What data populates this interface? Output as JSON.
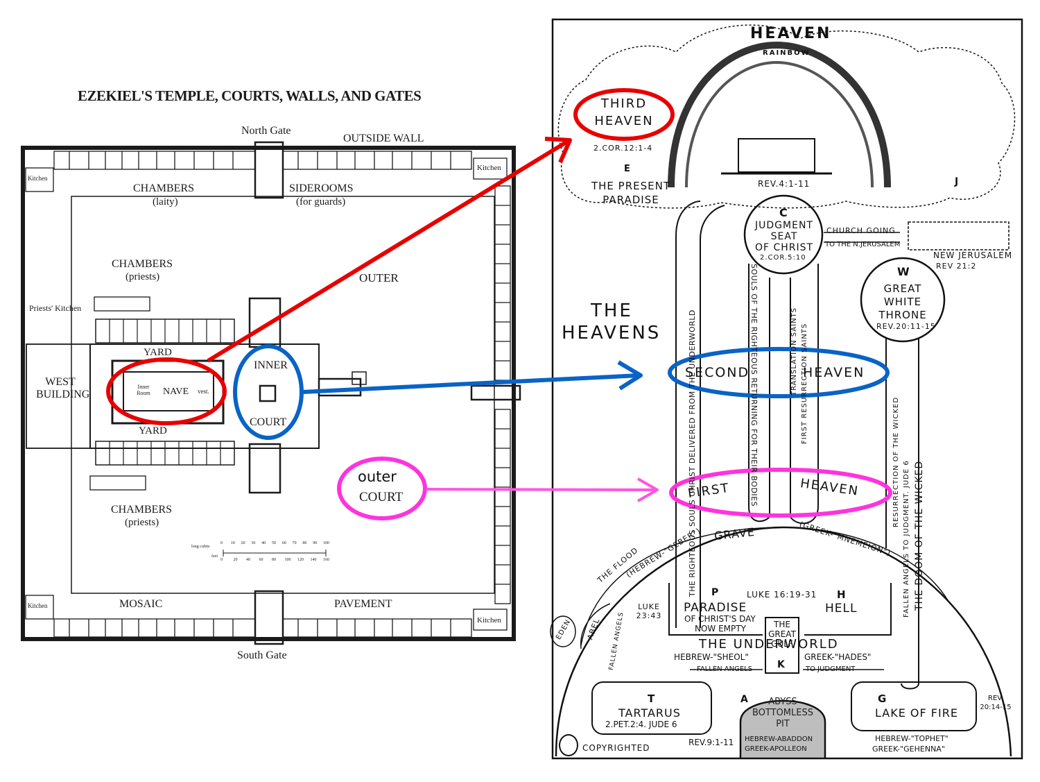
{
  "colors": {
    "red": "#e80000",
    "blue": "#0a63c6",
    "magenta": "#ff33dd",
    "ink": "#111111"
  },
  "temple": {
    "title": "EZEKIEL'S TEMPLE, COURTS, WALLS, AND GATES",
    "north_gate": "North Gate",
    "south_gate": "South Gate",
    "outside_wall": "OUTSIDE WALL",
    "kitchen": "Kitchen",
    "chambers": "CHAMBERS",
    "laity": "(laity)",
    "siderooms": "SIDEROOMS",
    "for_guards": "(for guards)",
    "priests": "(priests)",
    "outer": "OUTER",
    "priests_kitchen": "Priests' Kitchen",
    "yard": "YARD",
    "west": "WEST",
    "building": "BUILDING",
    "inner_room_1": "Inner",
    "inner_room_2": "Room",
    "nave": "NAVE",
    "vest": "vest.",
    "inner": "INNER",
    "court": "COURT",
    "mosaic": "MOSAIC",
    "pavement": "PAVEMENT",
    "scale_cubits_label": "long cubits",
    "scale_feet_label": "feet",
    "scale_cubits": [
      "0",
      "10",
      "20",
      "30",
      "40",
      "50",
      "60",
      "70",
      "80",
      "90",
      "100"
    ],
    "scale_feet": [
      "0",
      "20",
      "40",
      "60",
      "80",
      "100",
      "120",
      "140",
      "160"
    ]
  },
  "annotation": {
    "outer_1": "outer",
    "outer_2": "COURT"
  },
  "heavens": {
    "heaven": "HEAVEN",
    "rainbow": "RAINBOW",
    "third_1": "THIRD",
    "third_2": "HEAVEN",
    "cor12": "2.COR.12:1-4",
    "e": "E",
    "present_1": "THE PRESENT",
    "present_2": "PARADISE",
    "rev4": "REV.4:1-11",
    "j": "J",
    "c": "C",
    "judgment_1": "JUDGMENT",
    "judgment_2": "SEAT",
    "judgment_3": "OF CHRIST",
    "cor5": "2.COR.5:10",
    "church_going": "CHURCH GOING",
    "to_njerusalem": "TO THE N.JERUSALEM",
    "new_jerusalem": "NEW JERUSALEM",
    "rev21": "REV 21:2",
    "w": "W",
    "gwt_1": "GREAT",
    "gwt_2": "WHITE",
    "gwt_3": "THRONE",
    "rev20": "REV.20:11-15",
    "the": "THE",
    "heavens_word": "HEAVENS",
    "second": "SECOND",
    "second_heaven": "HEAVEN",
    "first": "FIRST",
    "first_heaven": "HEAVEN",
    "righteous_souls": "THE RIGHTEOUS SOULS CHRIST DELIVERED FROM THE UNDERWORLD",
    "souls_returning": "SOULS OF THE RIGHTEOUS RETURNING FOR THEIR BODIES",
    "translation": "TRANSLATION SAINTS",
    "first_resurrection": "FIRST RESURRECTION SAINTS",
    "resurrection_wicked": "RESURRECTION OF THE WICKED",
    "fallen_judgment": "FALLEN ANGELS TO JUDGMENT. JUDE 6",
    "doom": "THE DOOM OF THE WICKED",
    "grave": "GRAVE",
    "hebrew_geber": "(HEBREW-\"GEBER\")",
    "greek_mnemeion": "(GREEK-\"MNEMEION\")",
    "the_flood": "THE FLOOD",
    "eden": "EDEN",
    "abel": "ABEL",
    "fallen_angels": "FALLEN ANGELS",
    "luke23_1": "LUKE",
    "luke23_2": "23:43",
    "p": "P",
    "paradise": "PARADISE",
    "of_christs_day": "OF CHRIST'S DAY",
    "now_empty": "NOW EMPTY",
    "luke16": "LUKE 16:19-31",
    "h": "H",
    "hell": "HELL",
    "gulf_1": "THE",
    "gulf_2": "GREAT",
    "gulf_3": "GULF",
    "k": "K",
    "underworld": "THE UNDERWORLD",
    "hebrew_sheol": "HEBREW-\"SHEOL\"",
    "greek_hades": "GREEK-\"HADES\"",
    "fallen_angels_2": "FALLEN ANGELS",
    "to_judgment": "TO JUDGMENT",
    "t": "T",
    "tartarus": "TARTARUS",
    "pet2": "2.PET.2:4. JUDE 6",
    "a": "A",
    "abyss_1": "ABYSS",
    "abyss_2": "BOTTOMLESS",
    "abyss_3": "PIT",
    "hebrew_abaddon": "HEBREW-ABADDON",
    "greek_apolleon": "GREEK-APOLLEON",
    "rev9": "REV.9:1-11",
    "g": "G",
    "lake_of_fire": "LAKE OF FIRE",
    "rev20b_1": "REV.",
    "rev20b_2": "20:14-15",
    "hebrew_tophet": "HEBREW-\"TOPHET\"",
    "greek_gehenna": "GREEK-\"GEHENNA\"",
    "copyrighted": "COPYRIGHTED"
  }
}
